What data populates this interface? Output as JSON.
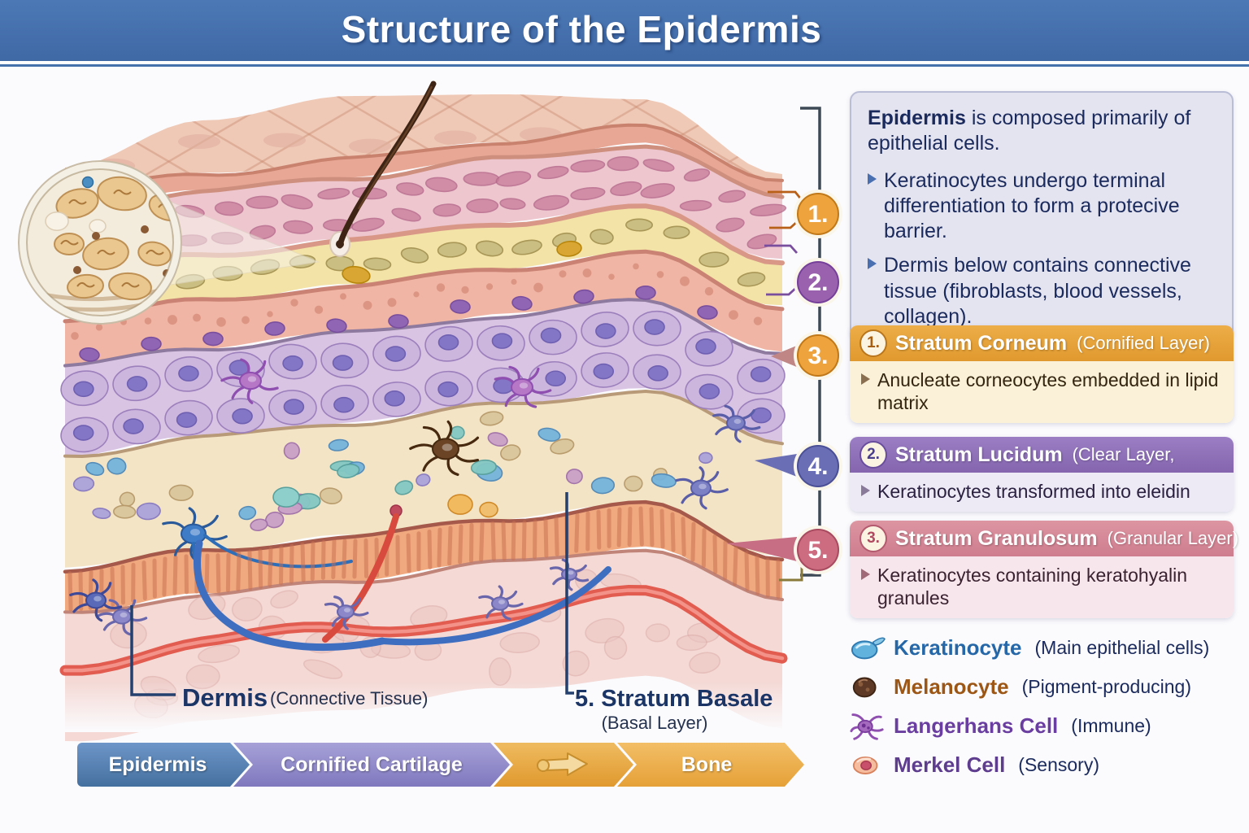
{
  "title": "Structure of the Epidermis",
  "info_box": {
    "lead_bold": "Epidermis",
    "lead_rest": " is composed primarily of epithelial cells.",
    "bullets": [
      "Keratinocytes undergo terminal differentiation to form a protecive barrier.",
      "Dermis below contains connective tissue (fibroblasts, blood vessels, collagen)."
    ]
  },
  "layer_boxes": [
    {
      "num": "1.",
      "name": "Stratum Corneum",
      "paren": "(Cornified Layer)",
      "bullet": "Anucleate corneocytes embedded in lipid matrix",
      "header_color": "#E8A43C",
      "body_color": "#FAF1D8"
    },
    {
      "num": "2.",
      "name": "Stratum Lucidum",
      "paren": "(Clear Layer,",
      "bullet": "Keratinocytes transformed into eleidin",
      "header_color": "#8F6CB8",
      "body_color": "#EDE9F5"
    },
    {
      "num": "3.",
      "name": "Stratum Granulosum",
      "paren": "(Granular Layer)",
      "bullet": "Keratinocytes containing keratohyalin granules",
      "header_color": "#D5899A",
      "body_color": "#F7E7EC"
    }
  ],
  "callouts": [
    {
      "label": "1.",
      "color": "#EFA33C"
    },
    {
      "label": "2.",
      "color": "#9A62AE"
    },
    {
      "label": "3.",
      "color": "#EFA33C"
    },
    {
      "label": "4.",
      "color": "#6A6FB5"
    },
    {
      "label": "5.",
      "color": "#CD6B80"
    }
  ],
  "diagram_labels": {
    "dermis": "Dermis",
    "dermis_paren": "(Connective Tissue)",
    "basale": "5. Stratum Basale",
    "basale_paren": "(Basal Layer)"
  },
  "legend": [
    {
      "name": "Keratinocyte",
      "paren": "(Main epithelial cells)",
      "name_color": "#2667A8",
      "icon": "keratinocyte-icon"
    },
    {
      "name": "Melanocyte",
      "paren": "(Pigment-producing)",
      "name_color": "#9C5716",
      "icon": "melanocyte-icon"
    },
    {
      "name": "Langerhans Cell",
      "paren": "(Immune)",
      "name_color": "#6A3DA0",
      "icon": "langerhans-icon"
    },
    {
      "name": "Merkel Cell",
      "paren": "(Sensory)",
      "name_color": "#5E3D8E",
      "icon": "merkel-icon"
    }
  ],
  "flow_arrows": [
    {
      "label": "Epidermis",
      "color": "#4C7CB8"
    },
    {
      "label": "Cornified Cartilage",
      "color": "#837CC2"
    },
    {
      "label": "",
      "color": "#E8A843",
      "icon": "hand-arrow-icon"
    },
    {
      "label": "Bone",
      "color": "#EBAB4E"
    }
  ],
  "colors": {
    "title_bar": "#4470AC",
    "background": "#FBFBFD",
    "info_box_bg": "#E4E4F0",
    "label_navy": "#1B3566",
    "bracket": "#3D4A56"
  }
}
